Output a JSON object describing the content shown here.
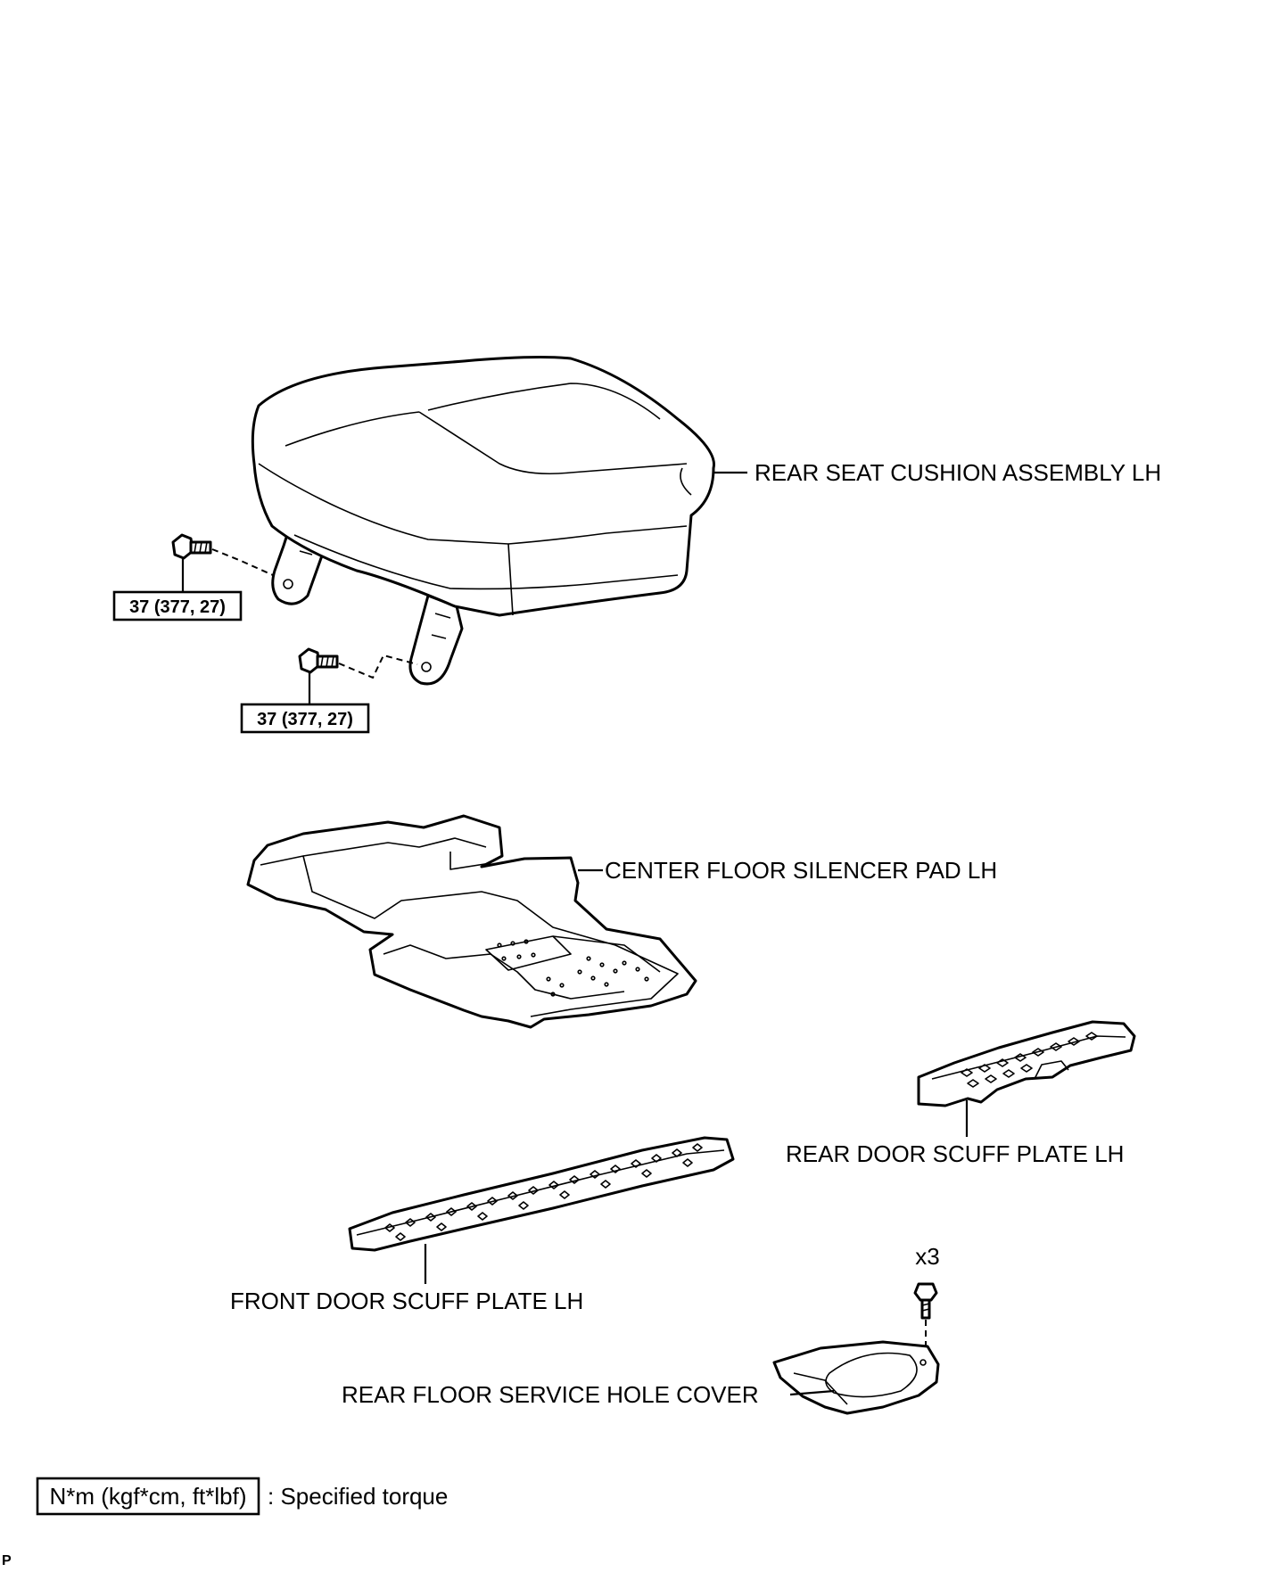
{
  "labels": {
    "rear_seat_cushion": "REAR SEAT CUSHION ASSEMBLY LH",
    "center_floor_pad": "CENTER FLOOR SILENCER PAD LH",
    "rear_door_scuff": "REAR DOOR SCUFF PLATE LH",
    "front_door_scuff": "FRONT DOOR SCUFF PLATE LH",
    "rear_floor_cover": "REAR FLOOR SERVICE HOLE COVER"
  },
  "torque": {
    "bolt_upper": "37 (377, 27)",
    "bolt_lower": "37 (377, 27)"
  },
  "quantity": {
    "clip_count": "x3"
  },
  "legend": {
    "unit_box": "N*m (kgf*cm, ft*lbf)",
    "description": ": Specified torque"
  },
  "corner_mark": "P",
  "icons": [
    "bolt-icon",
    "clip-icon"
  ]
}
